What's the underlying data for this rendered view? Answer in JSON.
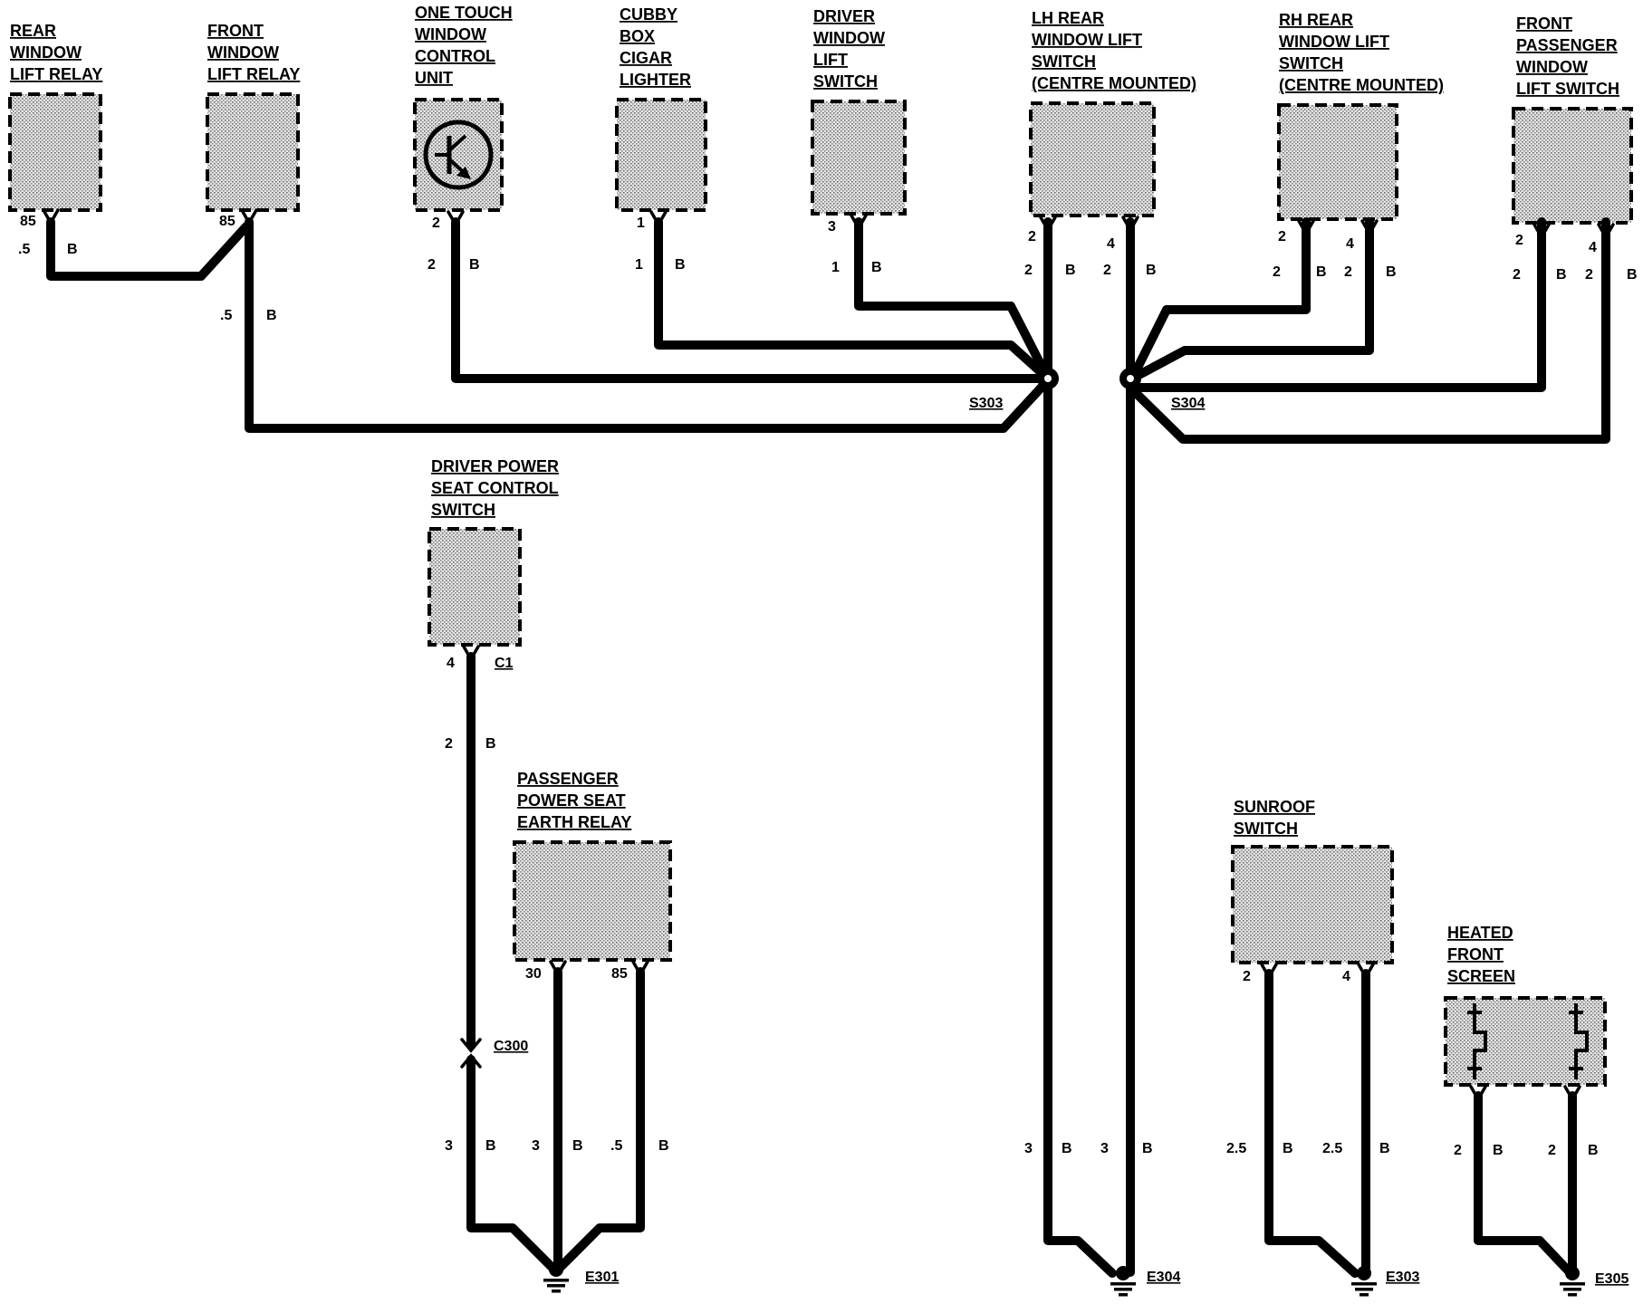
{
  "components": {
    "rear_relay": {
      "lines": [
        "REAR",
        "WINDOW",
        "LIFT RELAY"
      ]
    },
    "front_relay": {
      "lines": [
        "FRONT",
        "WINDOW",
        "LIFT RELAY"
      ]
    },
    "one_touch": {
      "lines": [
        "ONE TOUCH",
        "WINDOW",
        "CONTROL",
        "UNIT"
      ]
    },
    "cigar": {
      "lines": [
        "CUBBY",
        "BOX",
        "CIGAR",
        "LIGHTER"
      ]
    },
    "driver_switch": {
      "lines": [
        "DRIVER",
        "WINDOW",
        "LIFT",
        "SWITCH"
      ]
    },
    "lh_rear": {
      "lines": [
        "LH REAR",
        "WINDOW LIFT",
        "SWITCH",
        "(CENTRE MOUNTED)"
      ]
    },
    "rh_rear": {
      "lines": [
        "RH REAR",
        "WINDOW LIFT",
        "SWITCH",
        "(CENTRE MOUNTED)"
      ]
    },
    "front_pass": {
      "lines": [
        "FRONT",
        "PASSENGER",
        "WINDOW",
        "LIFT SWITCH"
      ]
    },
    "driver_seat": {
      "lines": [
        "DRIVER POWER",
        "SEAT CONTROL",
        "SWITCH"
      ]
    },
    "pass_seat": {
      "lines": [
        "PASSENGER",
        "POWER SEAT",
        "EARTH RELAY"
      ]
    },
    "sunroof": {
      "lines": [
        "SUNROOF",
        "SWITCH"
      ]
    },
    "heated": {
      "lines": [
        "HEATED",
        "FRONT",
        "SCREEN"
      ]
    }
  },
  "pins": {
    "rear_relay": "85",
    "front_relay": "85",
    "one_touch": "2",
    "cigar": "1",
    "driver_switch": "3",
    "lh_rear_a": "2",
    "lh_rear_b": "4",
    "rh_rear_a": "2",
    "rh_rear_b": "4",
    "front_pass_a": "2",
    "front_pass_b": "4",
    "driver_seat": "4",
    "pass_seat_a": "30",
    "pass_seat_b": "85",
    "sunroof_a": "2",
    "sunroof_b": "4"
  },
  "wire_labels": {
    "rr_size": ".5",
    "fr_size": ".5",
    "ot_size": "2",
    "cg_size": "1",
    "dw_size": "1",
    "lh_a_size": "2",
    "lh_b_size": "2",
    "rh_a_size": "2",
    "rh_b_size": "2",
    "fp_a_size": "2",
    "fp_b_size": "2",
    "ds_size": "2",
    "ds_low_size": "3",
    "ps_a_size": "3",
    "ps_b_size": ".5",
    "s303_low_size": "3",
    "s304_low_size": "3",
    "sr_a_size": "2.5",
    "sr_b_size": "2.5",
    "hs_a_size": "2",
    "hs_b_size": "2",
    "color": "B"
  },
  "refs": {
    "s303": "S303",
    "s304": "S304",
    "c1": "C1",
    "c300": "C300",
    "e301": "E301",
    "e304": "E304",
    "e303": "E303",
    "e305": "E305"
  },
  "icons": [
    "transistor-icon",
    "heater-element-icon",
    "ground-icon",
    "splice-icon",
    "connector-icon"
  ],
  "colors": {
    "line": "#000000",
    "background": "#ffffff",
    "stipple": "#9a9a9a"
  }
}
